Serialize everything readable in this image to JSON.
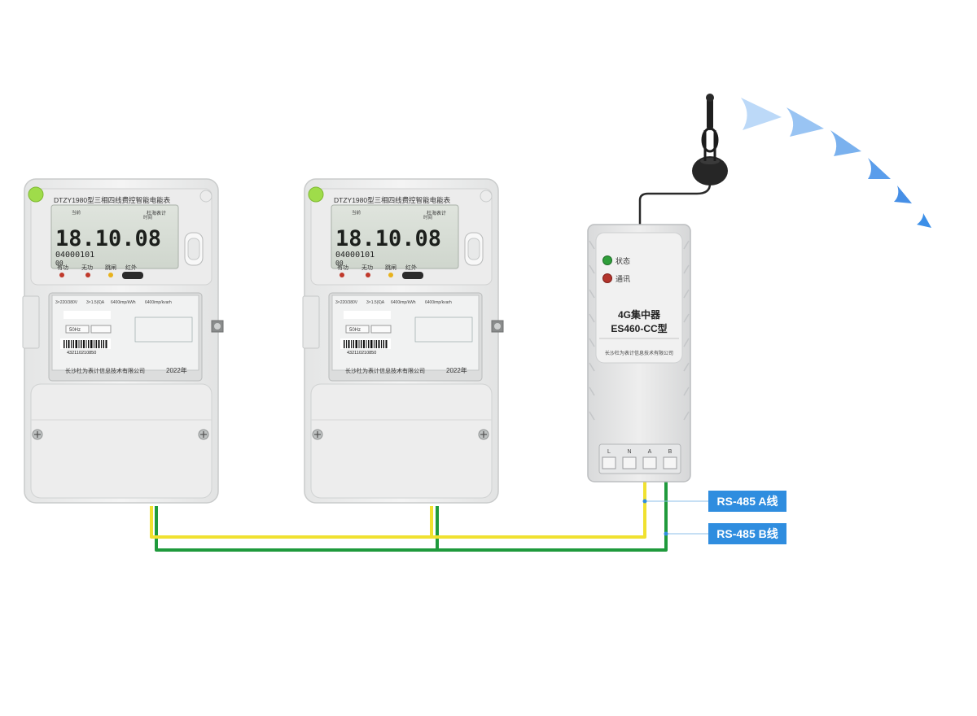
{
  "meter": {
    "model": "DTZY1980型三相四线费控智能电能表",
    "lcd_top": "当前",
    "lcd_top_right": "时间",
    "lcd_reading": "18.10.08",
    "lcd_code": "04000101",
    "lcd_sub": "00",
    "brand": "杜海表计",
    "led_active": "有功",
    "led_reactive": "无功",
    "led_overdue": "跳闸",
    "led_infrared": "红外",
    "spec_voltage": "3×220/380V",
    "spec_current": "3×1.5(6)A",
    "spec_const_active": "6400imp/kWh",
    "spec_const_reactive": "6400imp/kvarh",
    "freq": "50Hz",
    "barcode_number": "432110210850",
    "manufacturer": "长沙杜为表计信息技术有限公司",
    "year": "2022年"
  },
  "meters": [
    {
      "id": "meter-1"
    },
    {
      "id": "meter-2"
    }
  ],
  "concentrator": {
    "status_label": "状态",
    "comm_label": "通讯",
    "title": "4G集中器",
    "model": "ES460-CC型",
    "manufacturer": "长沙杜为表计信息技术有限公司",
    "terminals": [
      "L",
      "N",
      "A",
      "B"
    ]
  },
  "labels": {
    "rs485_a": "RS-485 A线",
    "rs485_b": "RS-485 B线"
  },
  "colors": {
    "wire_a": "#f0e130",
    "wire_b": "#1f9a3c",
    "label_bg": "#2f8ddf",
    "signal": "#3b8fe8",
    "meter_led": "#9fdc4a"
  }
}
